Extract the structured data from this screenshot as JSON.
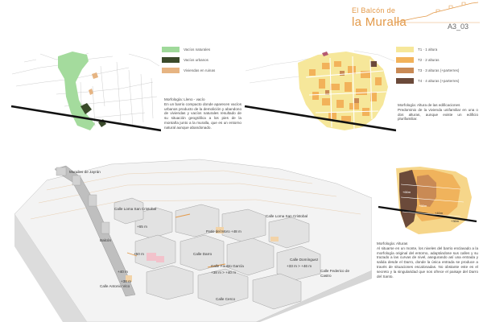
{
  "header": {
    "line1": "El Balcón de",
    "line2": "la Muralla",
    "code": "A3_03"
  },
  "panel1": {
    "legend": [
      {
        "label": "Vacíos naturales",
        "color": "#9fd99a"
      },
      {
        "label": "Vacíos urbanos",
        "color": "#3a4a2a"
      },
      {
        "label": "Viviendas en ruinas",
        "color": "#e6b482"
      }
    ],
    "paragraph": "Morfología: Lleno - vacío\nEn un barrio compacto donde aparecen vacíos urbanos producto de la demolición y abandono de viviendas y vacíos naturales resultado de su situación geográfica a los pies de la montaña junto a la muralla, que es un entorno natural aunque abandonado."
  },
  "panel2": {
    "legend": [
      {
        "label": "T1 · 1 altura",
        "color": "#f6e79a"
      },
      {
        "label": "T2 · 2 alturas",
        "color": "#f2b25a"
      },
      {
        "label": "T3 · 3 alturas (+parterres)",
        "color": "#c98a55"
      },
      {
        "label": "T4 · 4 alturas (+parterres)",
        "color": "#6b4a3a"
      }
    ],
    "paragraph": "Morfología: Altura de las edificaciones\nPredominio de la vivienda unifamiliar en una o dos alturas, aunque existe un edificio plurifamiliar."
  },
  "panel3": {
    "paragraph": "Morfología: Alturas\nAl situarse en un monte, los niveles del barrio enclavado a la morfología original del entorno, adaptándose sus calles y su trazado a las curvas de nivel, asegurando así una entrada y salida desde el Darro, donde la única entrada se produce a través de situaciones escalonadas. No obstante este es el secreto y la singularidad que nos ofrece el paisaje del Darro del Santo."
  },
  "axo": {
    "labels": {
      "muralla": "Muralles de Jayrán",
      "lomaSC1": "Calle Loma San Cristobal",
      "lomaSC2": "Calle Loma San Cristobal",
      "h65": "+65 m",
      "patio": "Patio del Moro +48 m",
      "balcon": "Balcón",
      "m50": "+50 m",
      "darro": "Calle Darro",
      "m40": "+40 m",
      "fausto": "Calle Fausto García",
      "fausto_h": "+38 m > +40 m",
      "dominguez": "Calle Domínguez",
      "dominguez_h": "+33 m > +46 m",
      "m38": "+38 m",
      "federico": "Calle Federico de Castro",
      "antonio": "Calle Antonio Vico",
      "cerco": "Calle Cerco"
    }
  },
  "section": {
    "tags": [
      "+66m",
      "+58m",
      "+46m",
      "+36m"
    ]
  }
}
